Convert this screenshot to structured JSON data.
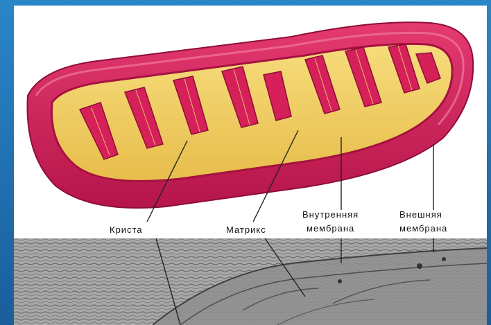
{
  "labels": {
    "crista": "Криста",
    "matrix": "Матрикс",
    "inner_membrane_1": "Внутренняя",
    "inner_membrane_2": "мембрана",
    "outer_membrane_1": "Внешняя",
    "outer_membrane_2": "мембрана"
  },
  "colors": {
    "background": "#1f6fb2",
    "outer_membrane": "#d6205a",
    "outer_membrane_dark": "#a5123f",
    "matrix": "#f2d062",
    "matrix_dark": "#d9a93a",
    "micrograph": "#9a9a9a"
  }
}
